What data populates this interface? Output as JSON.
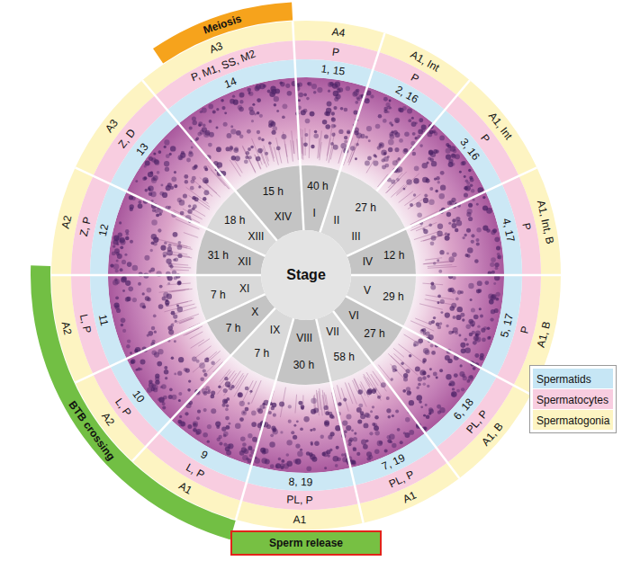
{
  "diagram": {
    "nodes": [
      {
        "text": [
          "Meiosis"
        ]
      },
      {
        "text": [
          "Stage"
        ]
      },
      {
        "text": [
          "BTB crossing"
        ]
      },
      {
        "text": [
          "Sperm release"
        ]
      }
    ],
    "labels": [
      "A4",
      "P",
      "1, 15",
      "I",
      "40 h",
      "A1, Int",
      "P",
      "2, 16",
      "II",
      "27 h",
      "A1, Int",
      "P",
      "3, 16",
      "III",
      "A1, Int, B",
      "P",
      "4, 17",
      "IV",
      "12 h",
      "A1, B",
      "P",
      "5, 17",
      "V",
      "29 h",
      "A1, B",
      "PL, P",
      "6, 18",
      "VI",
      "27 h",
      "A1",
      "PL, P",
      "7, 19",
      "VII",
      "58 h",
      "A1",
      "PL, P",
      "8, 19",
      "VIII",
      "30 h",
      "A1",
      "L, P",
      "9",
      "IX",
      "7 h",
      "A2",
      "L, P",
      "10",
      "X",
      "7 h",
      "A2",
      "L, P",
      "11",
      "XI",
      "7 h",
      "A2",
      "Z, P",
      "12",
      "XII",
      "31 h",
      "A3",
      "Z, D",
      "13",
      "XIII",
      "18 h",
      "A3",
      "P, M1, SS, M2",
      "14",
      "XIV",
      "15 h"
    ],
    "legend": [
      {
        "text": "Spermatids",
        "color": "#c6e6f5"
      },
      {
        "text": "Spermatocytes",
        "color": "#f8cde0"
      },
      {
        "text": "Spermatogonia",
        "color": "#fdf4c2"
      }
    ]
  }
}
